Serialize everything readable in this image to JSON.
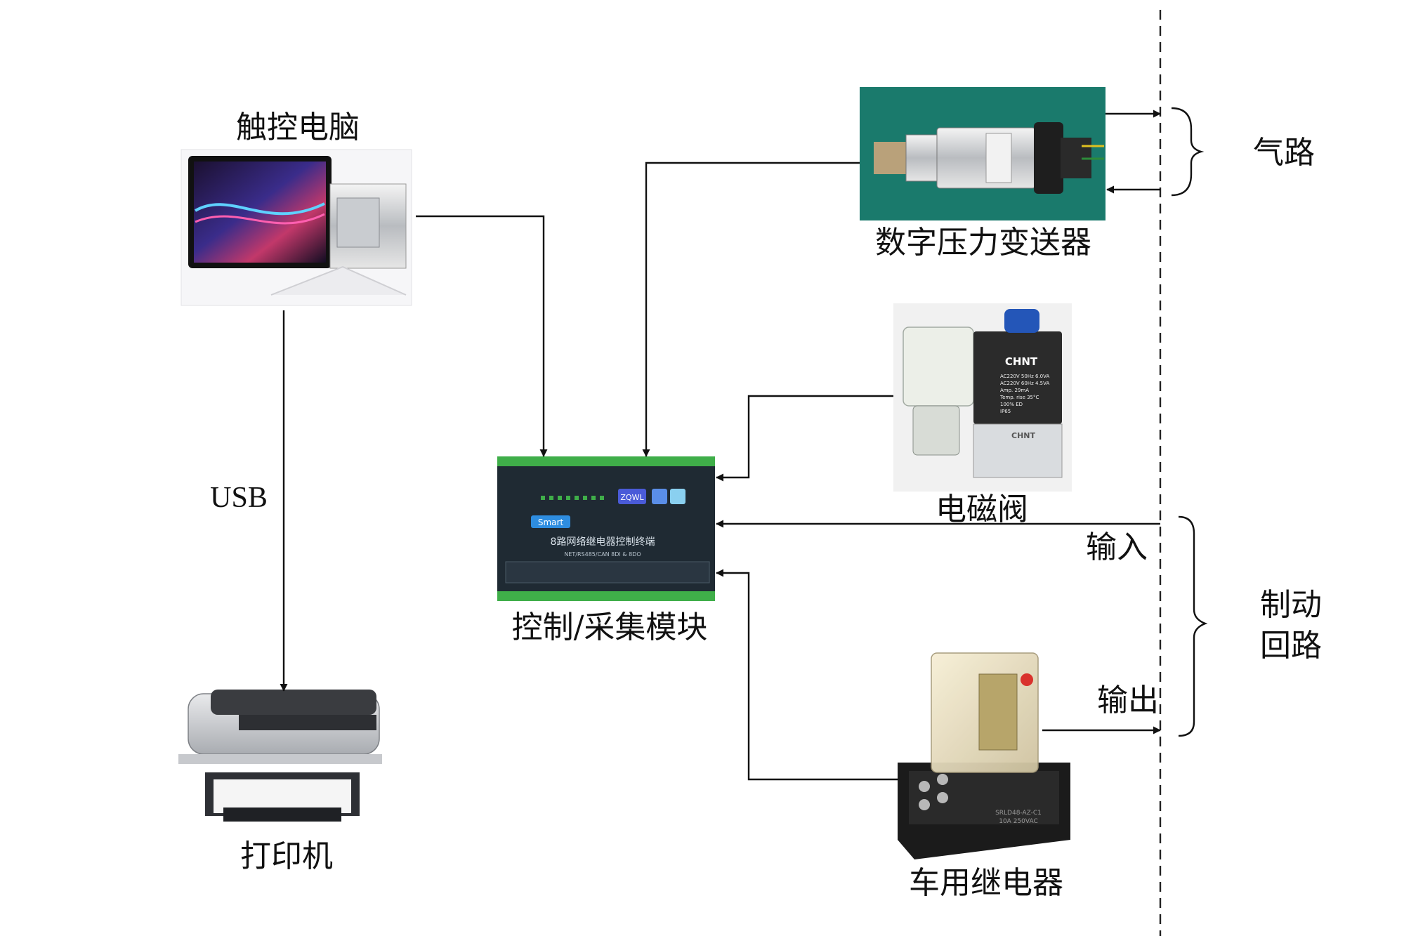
{
  "labels": {
    "touch_pc": "触控电脑",
    "printer": "打印机",
    "usb": "USB",
    "control_module": "控制/采集模块",
    "pressure_transmitter": "数字压力变送器",
    "solenoid_valve": "电磁阀",
    "vehicle_relay": "车用继电器",
    "input": "输入",
    "output": "输出",
    "air_path": "气路",
    "brake_circuit_line1": "制动",
    "brake_circuit_line2": "回路"
  },
  "module_panel": {
    "brand_text": "ZQWL",
    "smart_badge": "Smart",
    "title": "8路网络继电器控制终端",
    "subtitle": "NET/RS485/CAN 8DI & 8DO"
  },
  "valve_panel": {
    "brand": "CHNT",
    "spec_lines": [
      "AC220V 50Hz 6.0VA",
      "AC220V 60Hz 4.5VA",
      "Amp. 29mA",
      "Temp. rise 35°C",
      "100% ED",
      "IP65"
    ],
    "brand2": "CHNT"
  },
  "relay_panel": {
    "model_line1": "SRLD48-AZ-C1",
    "model_line2": "10A 250VAC"
  },
  "colors": {
    "line": "#111111",
    "module_board": "#1f2a33",
    "module_green": "#3fae49",
    "transmitter_bg": "#1a7a6c",
    "valve_body": "#2b2b2b",
    "valve_cap": "#2456b8"
  }
}
